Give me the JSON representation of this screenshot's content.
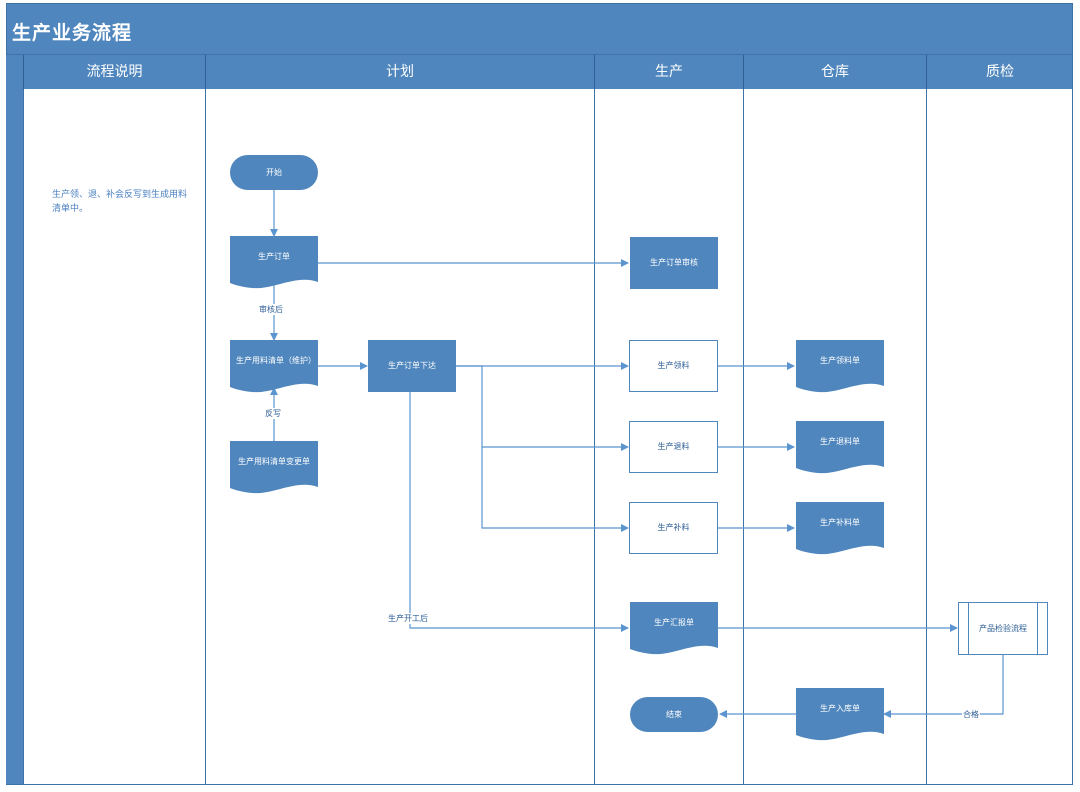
{
  "title": "生产业务流程",
  "lanes": {
    "desc": "流程说明",
    "plan": "计划",
    "prod": "生产",
    "wh": "仓库",
    "qc": "质检"
  },
  "note": "生产领、退、补会反写到生成用料清单中。",
  "nodes": {
    "start": "开始",
    "order": "生产订单",
    "bom": "生产用料清单（维护）",
    "bom_change": "生产用料清单变更单",
    "release": "生产订单下达",
    "order_audit": "生产订单审核",
    "pick": "生产领料",
    "return": "生产退料",
    "supplement": "生产补料",
    "report": "生产汇报单",
    "end": "结束",
    "pick_doc": "生产领料单",
    "return_doc": "生产退料单",
    "supp_doc": "生产补料单",
    "inbound_doc": "生产入库单",
    "inspect": "产品检验流程"
  },
  "edge_labels": {
    "after_audit": "审核后",
    "writeback": "反写",
    "after_start": "生产开工后",
    "pass": "合格"
  },
  "colors": {
    "lane_blue": "#4f86bd",
    "node_fill": "#4f86bd",
    "line": "#5b95cf",
    "text_dark": "#2e5f96"
  }
}
